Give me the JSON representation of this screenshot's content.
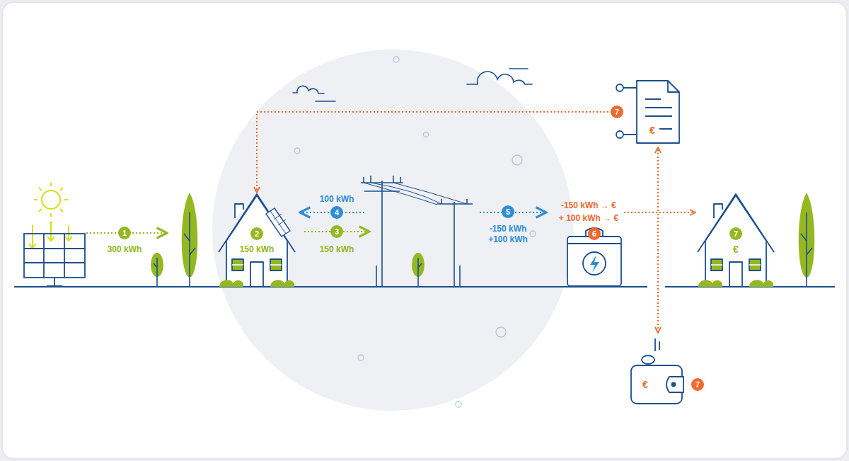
{
  "diagram": {
    "nodes": [
      {
        "text": [
          "2",
          "150 kWh"
        ]
      },
      {
        "text": [
          "6"
        ]
      },
      {
        "text": [
          "7",
          "€"
        ]
      },
      {
        "text": [
          "7",
          "€"
        ]
      },
      {
        "text": [
          "€",
          "7"
        ]
      }
    ],
    "edges": [
      {
        "from": 1,
        "to": 2,
        "arrow": "to"
      },
      {
        "from": 1,
        "to": 3,
        "arrow": "to"
      },
      {
        "from": 1,
        "to": 4,
        "arrow": "to"
      },
      {
        "from": 2,
        "to": 0,
        "arrow": "to"
      }
    ],
    "labels": [
      "1",
      "300 kWh",
      "4",
      "100 kWh",
      "3",
      "150 kWh",
      "5",
      "-150 kWh",
      "+100 kWh",
      "-150 kWh → €",
      "+ 100 kWh → €"
    ]
  }
}
